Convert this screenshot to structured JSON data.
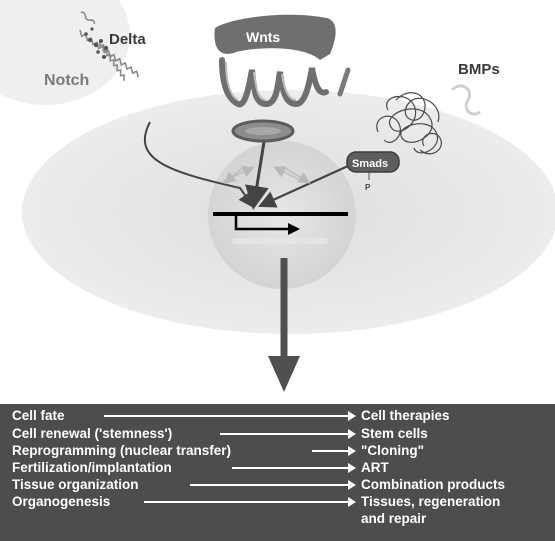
{
  "ligands": {
    "delta": "Delta",
    "notch": "Notch",
    "wnts": "Wnts",
    "bmps": "BMPs",
    "smads": "Smads",
    "phospho": "P"
  },
  "rows": [
    {
      "process": "Cell fate",
      "product": "Cell therapies",
      "product2": ""
    },
    {
      "process": "Cell renewal ('stemness')",
      "product": "Stem cells",
      "product2": ""
    },
    {
      "process": "Reprogramming (nuclear transfer)",
      "product": "\"Cloning\"",
      "product2": ""
    },
    {
      "process": "Fertilization/implantation",
      "product": "ART",
      "product2": ""
    },
    {
      "process": "Tissue organization",
      "product": "Combination products",
      "product2": ""
    },
    {
      "process": "Organogenesis",
      "product": "Tissues, regeneration",
      "product2": "and repair"
    }
  ],
  "colors": {
    "panel": "#4d4d4d",
    "cell": "#e3e3e3",
    "nucleus": "#d6d6d6",
    "arrow": "#505050"
  }
}
